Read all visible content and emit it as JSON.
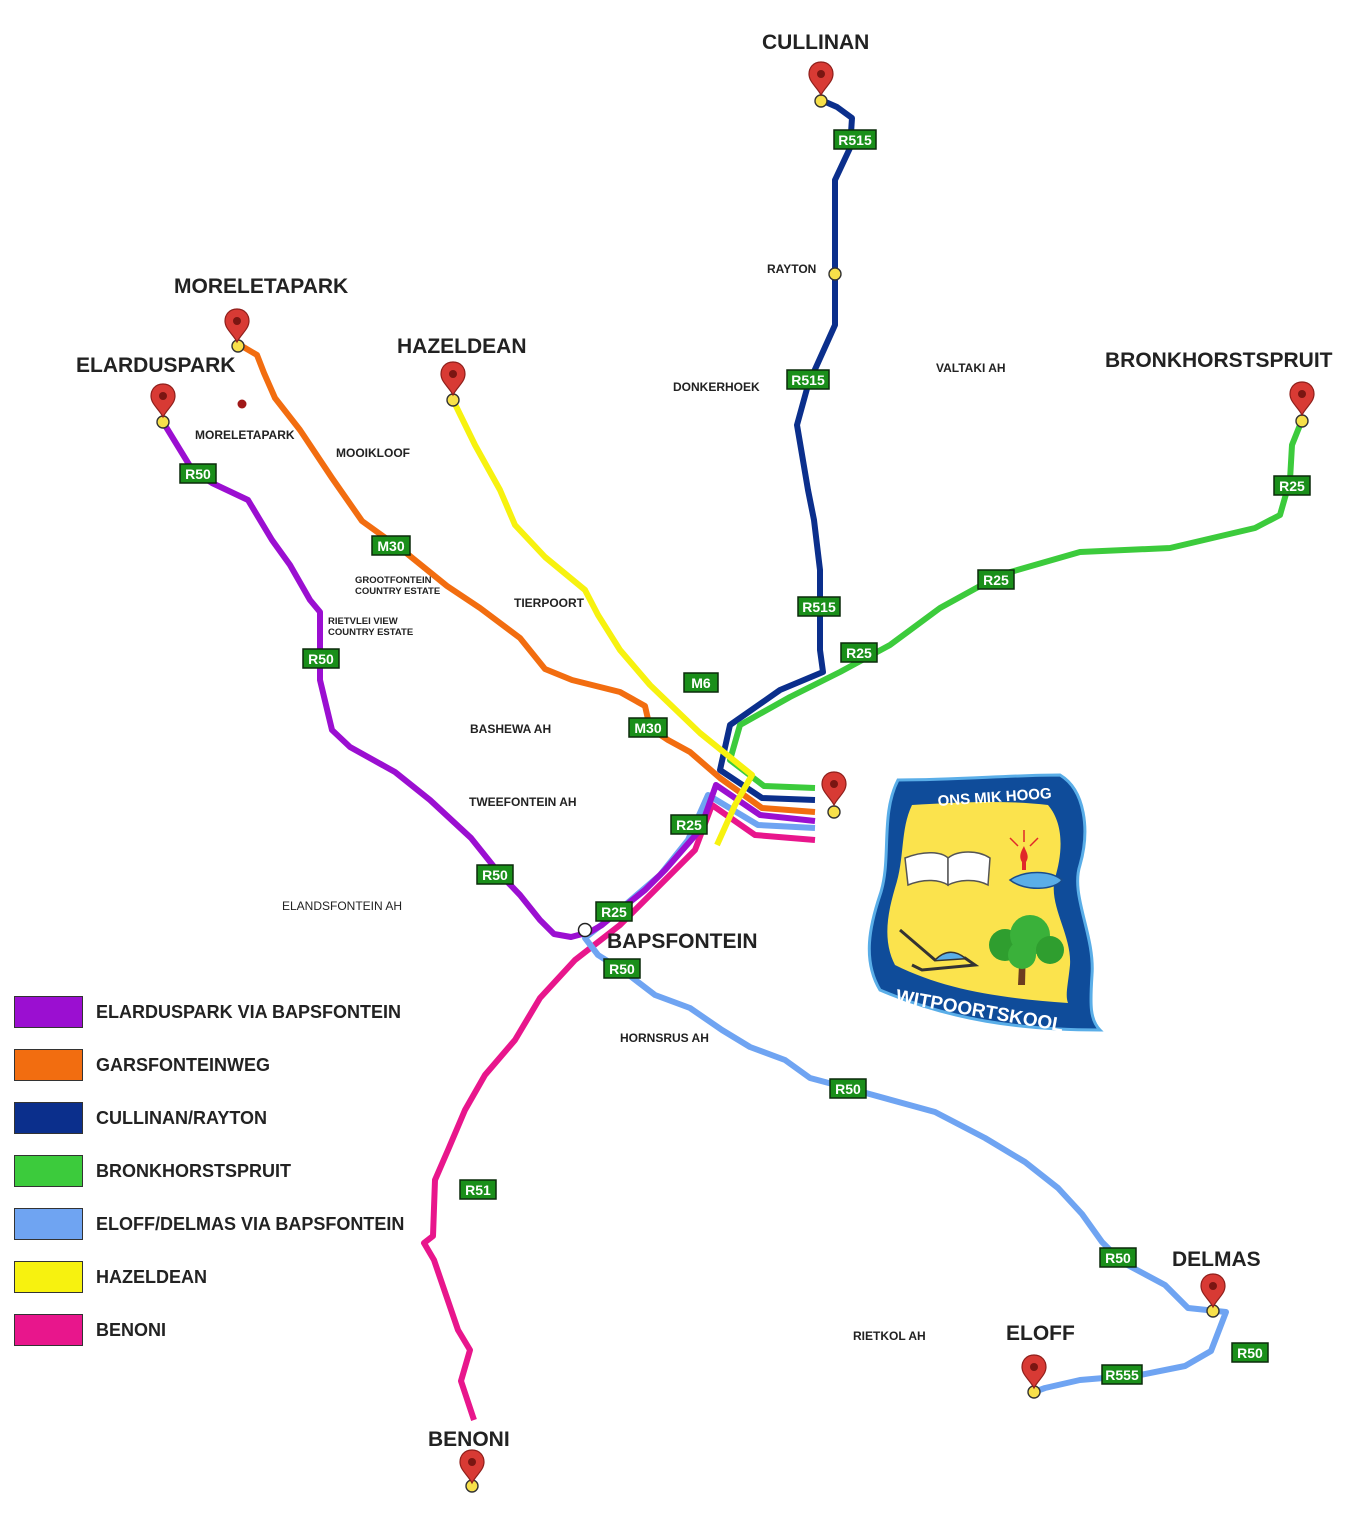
{
  "colors": {
    "purple": "#9b0fd1",
    "orange": "#f26d10",
    "navy": "#0b2f8c",
    "green": "#3ccb3c",
    "lightblue": "#6fa4f2",
    "yellow": "#f7f20f",
    "magenta": "#e8168c",
    "shield": "#1a8f1a",
    "pin": "#d83a34",
    "stop": "#f7e04a",
    "logo_blue": "#0f4c9a",
    "logo_yellow": "#fbe34d"
  },
  "towns": {
    "cullinan": "CULLINAN",
    "moreletapark": "MORELETAPARK",
    "hazeldean": "HAZELDEAN",
    "elarduspark": "ELARDUSPARK",
    "bronkhorstspruit": "BRONKHORSTSPRUIT",
    "bapsfontein": "BAPSFONTEIN",
    "delmas": "DELMAS",
    "eloff": "ELOFF",
    "benoni": "BENONI"
  },
  "areas": {
    "rayton": "RAYTON",
    "donkerhoek": "DONKERHOEK",
    "valtaki": "VALTAKI AH",
    "moreletapark": "MORELETAPARK",
    "mooikloof": "MOOIKLOOF",
    "grootfontein_1": "GROOTFONTEIN",
    "grootfontein_2": "COUNTRY ESTATE",
    "rietvlei_1": "RIETVLEI VIEW",
    "rietvlei_2": "COUNTRY ESTATE",
    "tierpoort": "TIERPOORT",
    "bashewa": "BASHEWA AH",
    "tweefontein": "TWEEFONTEIN AH",
    "elandsfontein": "ELANDSFONTEIN AH",
    "hornsrus": "HORNSRUS AH",
    "rietkol": "RIETKOL AH"
  },
  "roads": {
    "r515_a": "R515",
    "r515_b": "R515",
    "r515_c": "R515",
    "r25_a": "R25",
    "r25_b": "R25",
    "r25_c": "R25",
    "r25_d": "R25",
    "r25_e": "R25",
    "r50_a": "R50",
    "r50_b": "R50",
    "r50_c": "R50",
    "r50_d": "R50",
    "r50_e": "R50",
    "r50_f": "R50",
    "r50_g": "R50",
    "m30_a": "M30",
    "m30_b": "M30",
    "m6": "M6",
    "r51": "R51",
    "r555": "R555"
  },
  "logo": {
    "motto": "ONS MIK HOOG",
    "name": "WITPOORTSKOOL"
  },
  "legend": [
    {
      "label": "ELARDUSPARK VIA BAPSFONTEIN",
      "color": "#9b0fd1"
    },
    {
      "label": "GARSFONTEINWEG",
      "color": "#f26d10"
    },
    {
      "label": "CULLINAN/RAYTON",
      "color": "#0b2f8c"
    },
    {
      "label": "BRONKHORSTSPRUIT",
      "color": "#3ccb3c"
    },
    {
      "label": "ELOFF/DELMAS VIA BAPSFONTEIN",
      "color": "#6fa4f2"
    },
    {
      "label": "HAZELDEAN",
      "color": "#f7f20f"
    },
    {
      "label": "BENONI",
      "color": "#e8168c"
    }
  ]
}
